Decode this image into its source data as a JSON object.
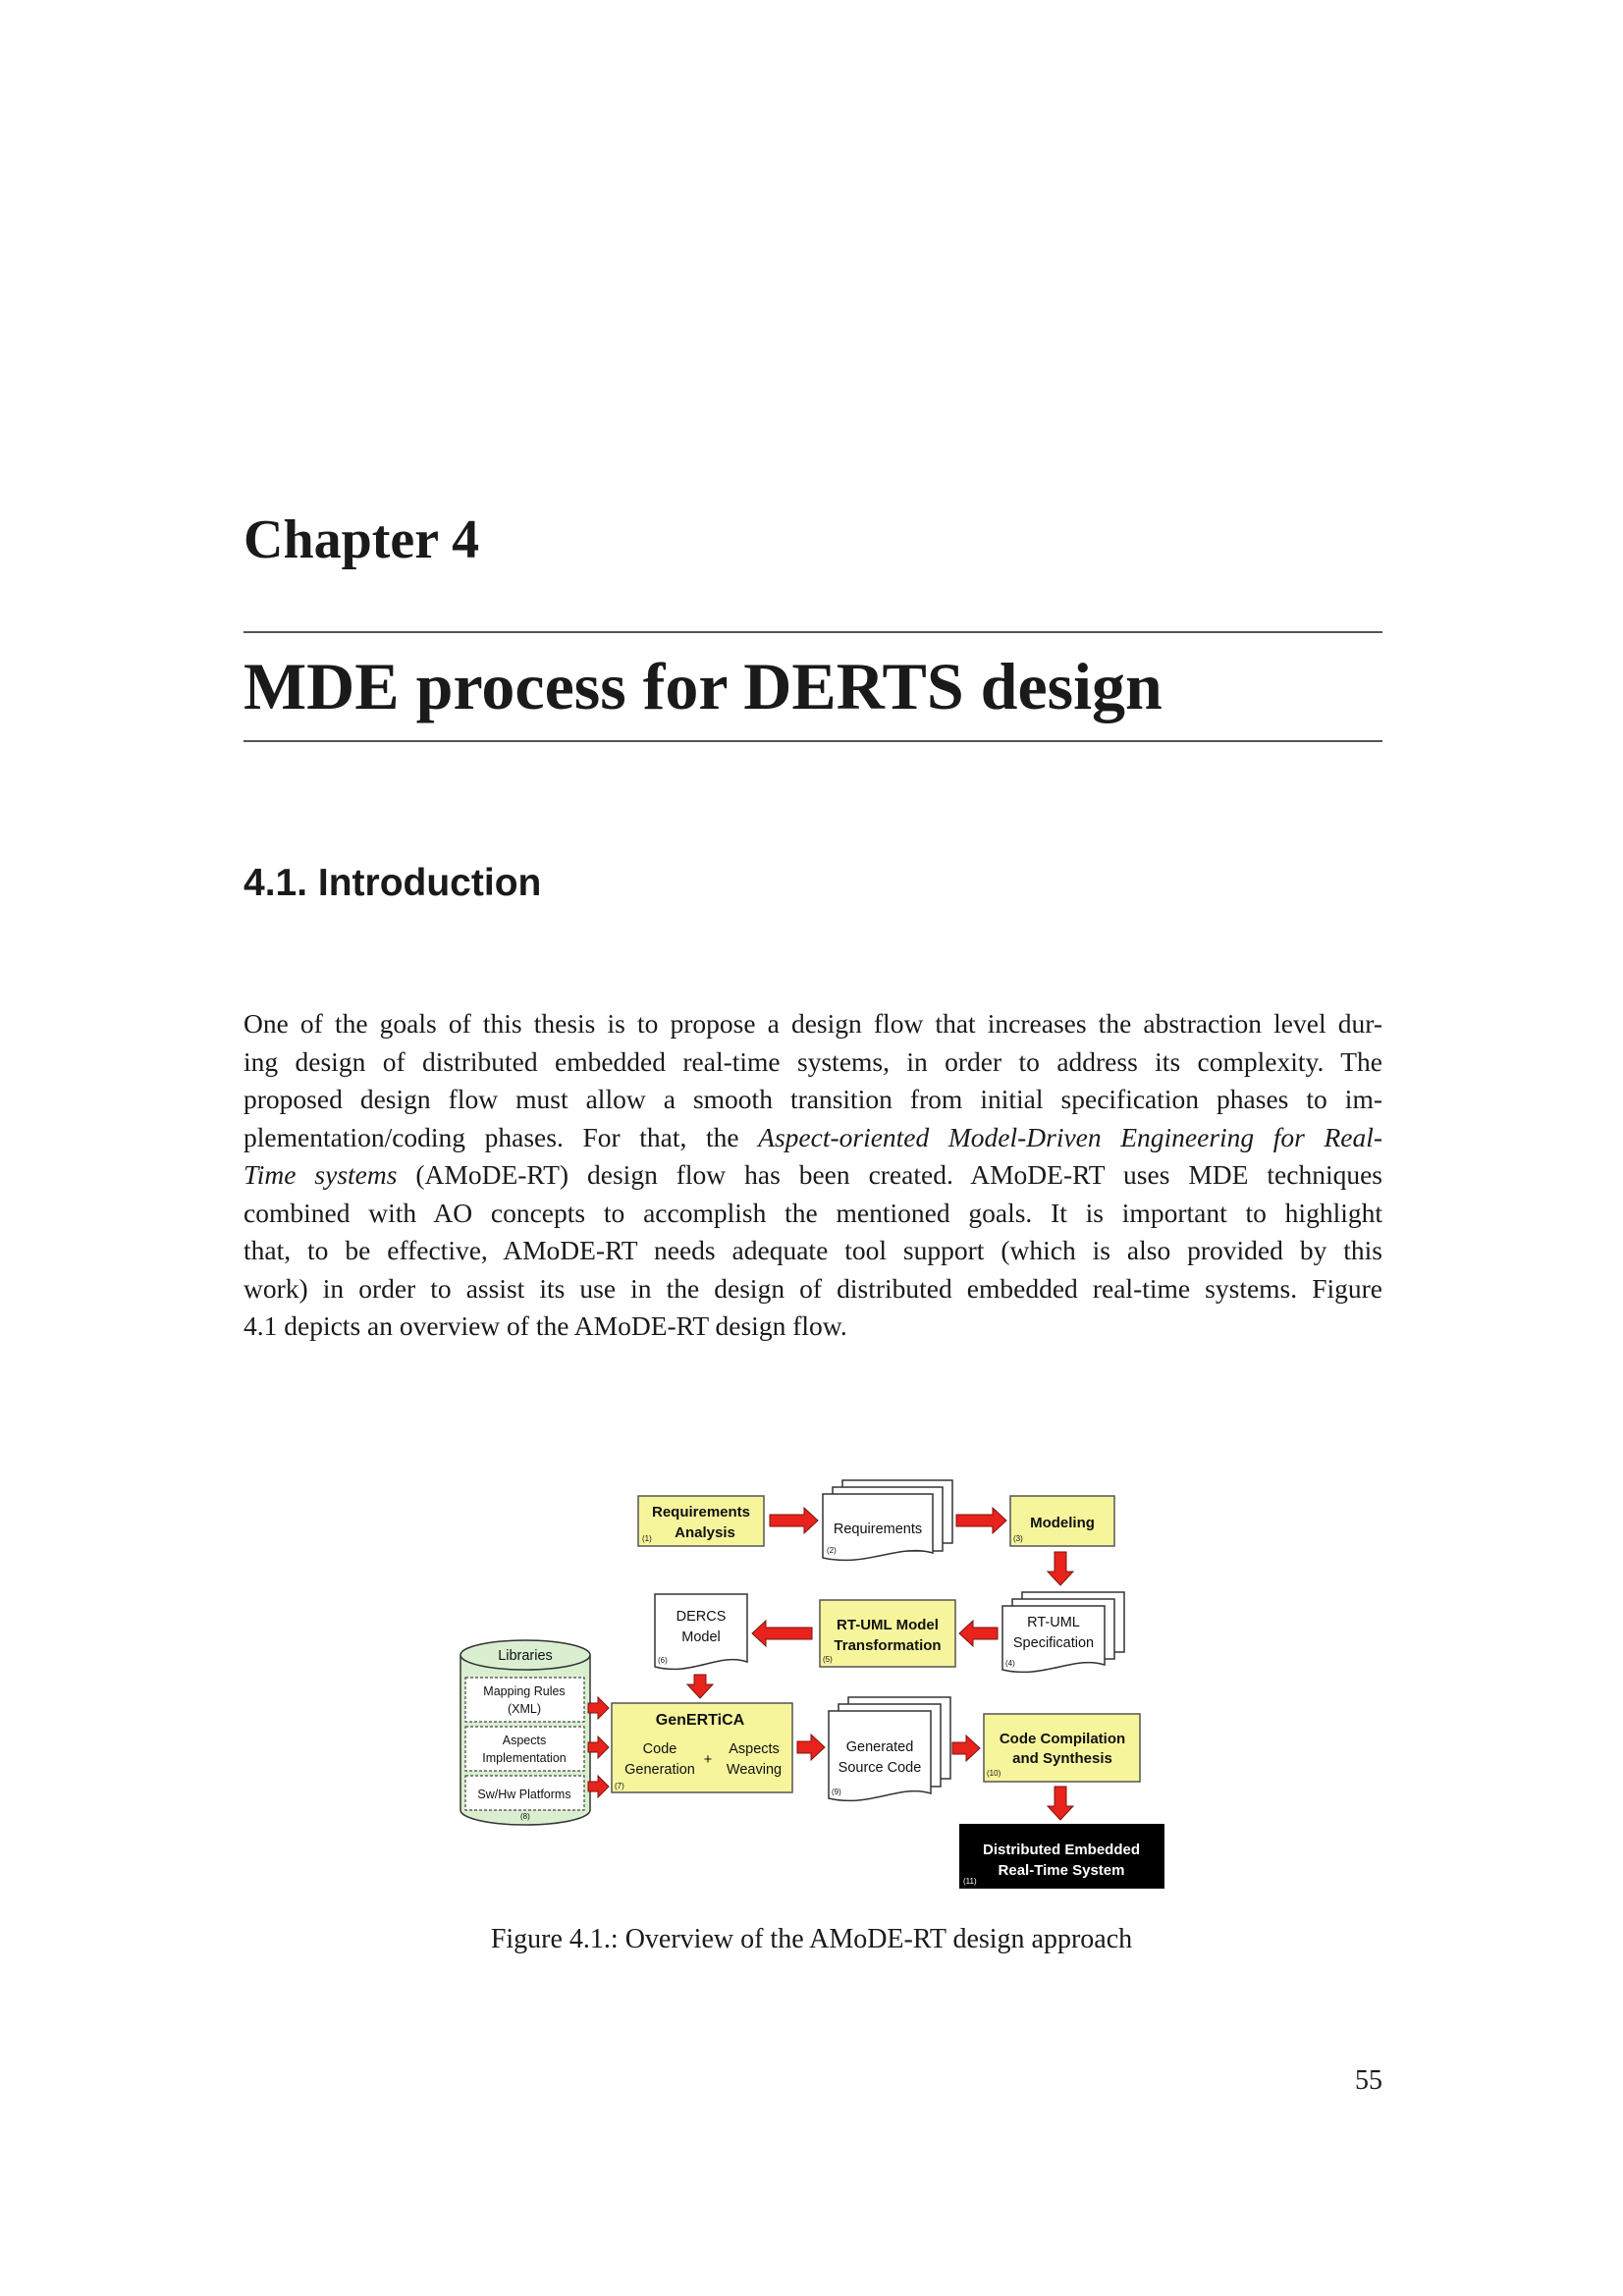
{
  "chapter_label": "Chapter 4",
  "chapter_title": "MDE process for DERTS design",
  "section_heading": "4.1.  Introduction",
  "paragraph": {
    "l1": "One of the goals of this thesis is to propose a design flow that increases the abstraction level dur-",
    "l2": "ing design of distributed embedded real-time systems, in order to address its complexity.  The",
    "l3": "proposed design flow must allow a smooth transition from initial specification phases to im-",
    "l4a": "plementation/coding phases. For that, the ",
    "l4b": "Aspect-oriented Model-Driven Engineering for Real-",
    "l5a": "Time systems",
    "l5b": " (AMoDE-RT) design flow has been created.  AMoDE-RT uses MDE techniques",
    "l6": "combined with AO concepts to accomplish the mentioned goals.  It is important to highlight",
    "l7": "that, to be effective, AMoDE-RT needs adequate tool support (which is also provided by this",
    "l8": "work) in order to assist its use in the design of distributed embedded real-time systems. Figure",
    "l9": "4.1 depicts an overview of the AMoDE-RT design flow."
  },
  "figure": {
    "caption": "Figure 4.1.: Overview of the AMoDE-RT design approach",
    "req_analysis": {
      "l1": "Requirements",
      "l2": "Analysis",
      "num": "(1)"
    },
    "requirements": {
      "l1": "Requirements",
      "num": "(2)"
    },
    "modeling": {
      "l1": "Modeling",
      "num": "(3)"
    },
    "rtuml_spec": {
      "l1": "RT-UML",
      "l2": "Specification",
      "num": "(4)"
    },
    "rtuml_transform": {
      "l1": "RT-UML Model",
      "l2": "Transformation",
      "num": "(5)"
    },
    "dercs": {
      "l1": "DERCS",
      "l2": "Model",
      "num": "(6)"
    },
    "genertica": {
      "title": "GenERTiCA",
      "code1": "Code",
      "code2": "Generation",
      "plus": "+",
      "asp1": "Aspects",
      "asp2": "Weaving",
      "num": "(7)"
    },
    "libraries": {
      "title": "Libraries",
      "map1": "Mapping Rules",
      "map2": "(XML)",
      "asp1": "Aspects",
      "asp2": "Implementation",
      "plat": "Sw/Hw Platforms",
      "num": "(8)"
    },
    "generated": {
      "l1": "Generated",
      "l2": "Source Code",
      "num": "(9)"
    },
    "compile": {
      "l1": "Code Compilation",
      "l2": "and Synthesis",
      "num": "(10)"
    },
    "derts": {
      "l1": "Distributed Embedded",
      "l2": "Real-Time System",
      "num": "(11)"
    },
    "colors": {
      "process_box": "#f6f59c",
      "arrow": "#e8231c",
      "library": "#d9efd0",
      "final": "#000000"
    }
  },
  "page_number": "55"
}
